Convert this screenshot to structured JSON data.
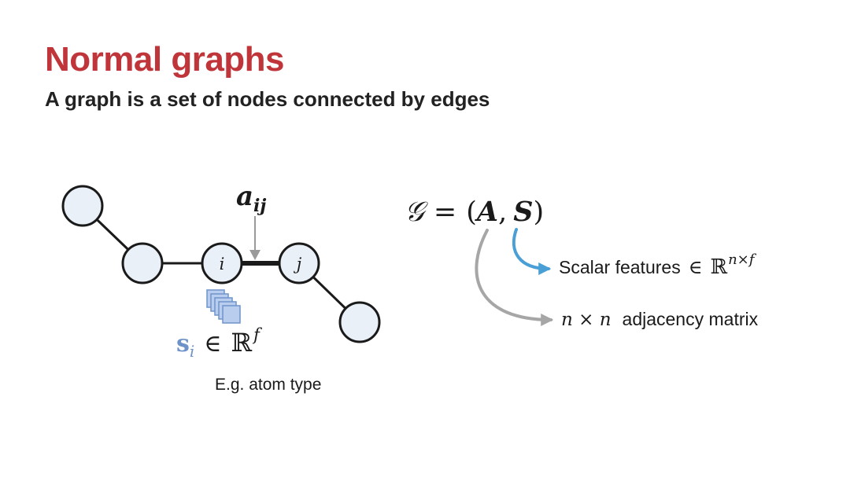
{
  "title": "Normal graphs",
  "subtitle": "A graph is a set of nodes connected by edges",
  "graph": {
    "node_i_label": "i",
    "node_j_label": "j",
    "edge_label": {
      "base": "a",
      "sub": "ij"
    },
    "feature_label": {
      "base": "s",
      "sub": "i",
      "in": "∈",
      "set": "ℝ",
      "sup": "f"
    },
    "feature_caption": "E.g. atom type"
  },
  "formula": {
    "lhs": "𝒢",
    "eq": "=",
    "open": "(",
    "A": "A",
    "comma": ",",
    "S": "S",
    "close": ")"
  },
  "annotations": {
    "scalar": {
      "text": "Scalar features",
      "in": "∈",
      "set": "ℝ",
      "sup": "n×f"
    },
    "adjacency": {
      "math": "n × n",
      "text": "adjacency matrix"
    }
  },
  "colors": {
    "title": "#c0353a",
    "node_fill": "#eaf0f7",
    "feature_blue": "#6f93c9",
    "arrow_blue": "#4a9fd6",
    "arrow_gray": "#a6a6a6"
  }
}
